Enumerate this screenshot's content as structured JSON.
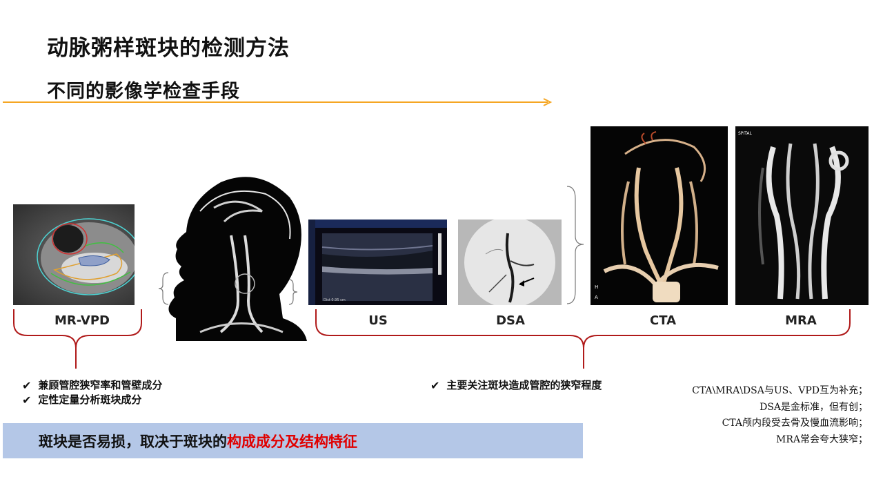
{
  "slide": {
    "title": "动脉粥样斑块的检测方法",
    "subtitle": "不同的影像学检查手段"
  },
  "modalities": [
    {
      "id": "mr-vpd",
      "label": "MR-VPD"
    },
    {
      "id": "us",
      "label": "US"
    },
    {
      "id": "dsa",
      "label": "DSA"
    },
    {
      "id": "cta",
      "label": "CTA"
    },
    {
      "id": "mra",
      "label": "MRA"
    }
  ],
  "left_bullets": [
    "兼顾管腔狭窄率和管壁成分",
    "定性定量分析斑块成分"
  ],
  "right_bullet": "主要关注斑块造成管腔的狭窄程度",
  "check_glyph": "✔",
  "banner": {
    "text_before": "斑块是否易损，取决于斑块的",
    "text_highlight": "构成成分及结构特征"
  },
  "notes": [
    "CTA\\MRA\\DSA与US、VPD互为补充；",
    "DSA是金标准，但有创；",
    "CTA颅内段受去骨及慢血流影响；",
    "MRA常会夸大狭窄；"
  ],
  "colors": {
    "accent_orange": "#f5a623",
    "bracket_red": "#b01a1a",
    "banner_blue": "#b4c7e7",
    "highlight_red": "#e00000"
  }
}
